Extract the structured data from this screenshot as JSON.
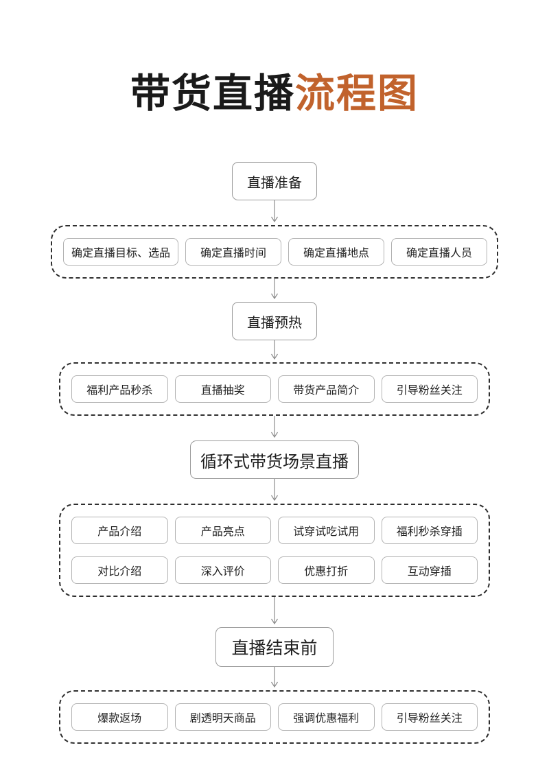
{
  "title": {
    "dark_part": "带货直播",
    "accent_part": "流程图",
    "accent_color": "#c1622c",
    "dark_color": "#1a1a1a"
  },
  "flow": {
    "stages": [
      {
        "id": "prepare",
        "label": "直播准备"
      },
      {
        "id": "warmup",
        "label": "直播预热"
      },
      {
        "id": "loop",
        "label": "循环式带货场景直播"
      },
      {
        "id": "ending",
        "label": "直播结束前"
      }
    ],
    "groups": [
      {
        "id": "prepare-items",
        "lines": [
          {
            "items": [
              "确定直播目标、选品",
              "确定直播时间",
              "确定直播地点",
              "确定直播人员"
            ]
          }
        ]
      },
      {
        "id": "warmup-items",
        "lines": [
          {
            "items": [
              "福利产品秒杀",
              "直播抽奖",
              "带货产品简介",
              "引导粉丝关注"
            ]
          }
        ]
      },
      {
        "id": "loop-items",
        "lines": [
          {
            "items": [
              "产品介绍",
              "产品亮点",
              "试穿试吃试用",
              "福利秒杀穿插"
            ]
          },
          {
            "items": [
              "对比介绍",
              "深入评价",
              "优惠打折",
              "互动穿插"
            ]
          }
        ]
      },
      {
        "id": "ending-items",
        "lines": [
          {
            "items": [
              "爆款返场",
              "剧透明天商品",
              "强调优惠福利",
              "引导粉丝关注"
            ]
          }
        ]
      }
    ]
  },
  "colors": {
    "node_border": "#9a9a9a",
    "chip_border": "#b2b2b2",
    "group_border": "#2e2e2e",
    "arrow": "#8b8b8b",
    "text": "#1f1f1f",
    "background": "#ffffff"
  }
}
